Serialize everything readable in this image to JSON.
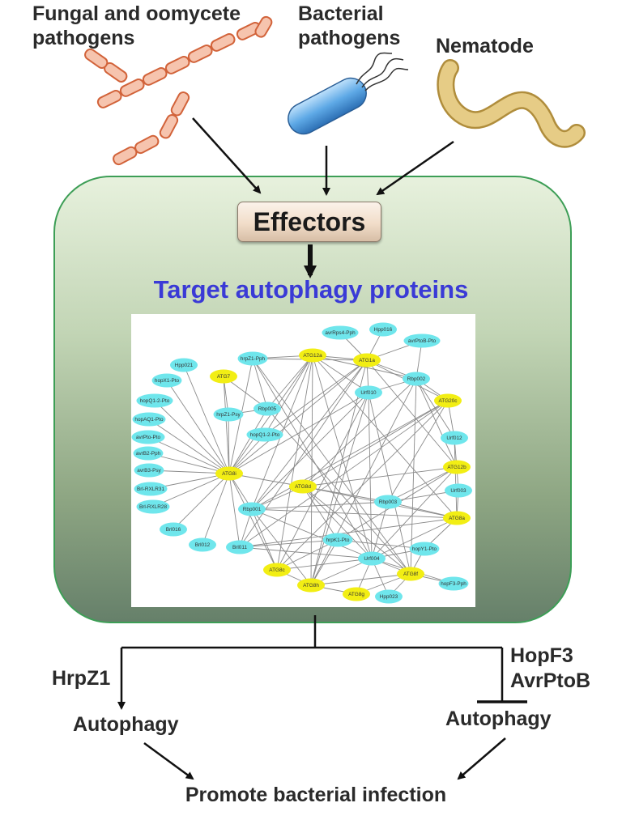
{
  "pathogens": {
    "fungal": "Fungal and oomycete\npathogens",
    "bacterial": "Bacterial\npathogens",
    "nematode": "Nematode"
  },
  "cell": {
    "effectors": "Effectors",
    "target_title": "Target autophagy proteins"
  },
  "network": {
    "nodes": [
      {
        "id": "avrRps4-Pph",
        "type": "effector"
      },
      {
        "id": "Hpp016",
        "type": "effector"
      },
      {
        "id": "avrPtoB-Pto",
        "type": "effector"
      },
      {
        "id": "Hpp021",
        "type": "effector"
      },
      {
        "id": "hrpZ1-Pph",
        "type": "effector"
      },
      {
        "id": "ATG12a",
        "type": "atg"
      },
      {
        "id": "ATG1a",
        "type": "atg"
      },
      {
        "id": "hopX1-Pto",
        "type": "effector"
      },
      {
        "id": "ATG7",
        "type": "atg"
      },
      {
        "id": "Rbp002",
        "type": "effector"
      },
      {
        "id": "Rbp005",
        "type": "effector"
      },
      {
        "id": "Urf010",
        "type": "effector"
      },
      {
        "id": "ATG20c",
        "type": "atg"
      },
      {
        "id": "hopQ1-2-Pto",
        "type": "effector"
      },
      {
        "id": "hrpZ1-Psy",
        "type": "effector"
      },
      {
        "id": "hopAQ1-Pto",
        "type": "effector"
      },
      {
        "id": "hopQ1-2-Pto ",
        "type": "effector"
      },
      {
        "id": "Urf012",
        "type": "effector"
      },
      {
        "id": "avrPto-Pto",
        "type": "effector"
      },
      {
        "id": "avrB2-Pph",
        "type": "effector"
      },
      {
        "id": "ATG8i",
        "type": "atg"
      },
      {
        "id": "ATG12b",
        "type": "atg"
      },
      {
        "id": "avrB3-Psy",
        "type": "effector"
      },
      {
        "id": "ATG8d",
        "type": "atg"
      },
      {
        "id": "Urf003",
        "type": "effector"
      },
      {
        "id": "Brl-RXLR31",
        "type": "effector"
      },
      {
        "id": "Brl-RXLR28",
        "type": "effector"
      },
      {
        "id": "Rbp003",
        "type": "effector"
      },
      {
        "id": "Rbp001",
        "type": "effector"
      },
      {
        "id": "ATG8a",
        "type": "atg"
      },
      {
        "id": "Brl016",
        "type": "effector"
      },
      {
        "id": "hrpK1-Pto",
        "type": "effector"
      },
      {
        "id": "Brl012",
        "type": "effector"
      },
      {
        "id": "Brl011",
        "type": "effector"
      },
      {
        "id": "hopY1-Pto",
        "type": "effector"
      },
      {
        "id": "Urf004",
        "type": "effector"
      },
      {
        "id": "ATG8c",
        "type": "atg"
      },
      {
        "id": "ATG8f",
        "type": "atg"
      },
      {
        "id": "hopF3-Pph",
        "type": "effector"
      },
      {
        "id": "ATG8h",
        "type": "atg"
      },
      {
        "id": "ATG8g",
        "type": "atg"
      },
      {
        "id": "Hpp023",
        "type": "effector"
      }
    ],
    "edges": [
      [
        "ATG8i",
        "Hpp021"
      ],
      [
        "ATG8i",
        "hopX1-Pto"
      ],
      [
        "ATG8i",
        "hopQ1-2-Pto"
      ],
      [
        "ATG8i",
        "hopAQ1-Pto"
      ],
      [
        "ATG8i",
        "avrPto-Pto"
      ],
      [
        "ATG8i",
        "avrB2-Pph"
      ],
      [
        "ATG8i",
        "avrB3-Psy"
      ],
      [
        "ATG8i",
        "Brl-RXLR31"
      ],
      [
        "ATG8i",
        "Brl-RXLR28"
      ],
      [
        "ATG8i",
        "Brl016"
      ],
      [
        "ATG8i",
        "Brl012"
      ],
      [
        "ATG8i",
        "Brl011"
      ],
      [
        "ATG8i",
        "ATG7"
      ],
      [
        "ATG8i",
        "hrpZ1-Psy"
      ],
      [
        "ATG8i",
        "hopQ1-2-Pto "
      ],
      [
        "ATG8i",
        "Rbp005"
      ],
      [
        "ATG8i",
        "Rbp001"
      ],
      [
        "ATG8i",
        "ATG12a"
      ],
      [
        "ATG8i",
        "hrpZ1-Pph"
      ],
      [
        "ATG8i",
        "ATG1a"
      ],
      [
        "ATG8i",
        "ATG8d"
      ],
      [
        "ATG8i",
        "ATG8c"
      ],
      [
        "ATG8i",
        "Urf010"
      ],
      [
        "ATG7",
        "hrpZ1-Psy"
      ],
      [
        "ATG7",
        "Rbp005"
      ],
      [
        "hrpZ1-Pph",
        "ATG12a"
      ],
      [
        "hrpZ1-Pph",
        "ATG1a"
      ],
      [
        "hrpZ1-Pph",
        "ATG8f"
      ],
      [
        "hrpZ1-Pph",
        "Urf004"
      ],
      [
        "hrpZ1-Pph",
        "Rbp005"
      ],
      [
        "ATG12a",
        "ATG1a"
      ],
      [
        "ATG12a",
        "Rbp001"
      ],
      [
        "ATG12a",
        "Urf004"
      ],
      [
        "ATG12a",
        "Rbp002"
      ],
      [
        "ATG12a",
        "ATG8c"
      ],
      [
        "ATG12a",
        "ATG8a"
      ],
      [
        "ATG12a",
        "Urf010"
      ],
      [
        "ATG1a",
        "avrRps4-Pph"
      ],
      [
        "ATG1a",
        "Hpp016"
      ],
      [
        "ATG1a",
        "avrPtoB-Pto"
      ],
      [
        "ATG1a",
        "Rbp002"
      ],
      [
        "ATG1a",
        "Urf010"
      ],
      [
        "ATG1a",
        "ATG20c"
      ],
      [
        "ATG1a",
        "Rbp001"
      ],
      [
        "ATG1a",
        "ATG8h"
      ],
      [
        "ATG1a",
        "ATG12b"
      ],
      [
        "ATG1a",
        "Brl011"
      ],
      [
        "ATG20c",
        "Rbp002"
      ],
      [
        "ATG20c",
        "Urf012"
      ],
      [
        "ATG20c",
        "Rbp003"
      ],
      [
        "ATG20c",
        "ATG8c"
      ],
      [
        "ATG20c",
        "Brl011"
      ],
      [
        "ATG20c",
        "Rbp001"
      ],
      [
        "ATG12b",
        "Urf003"
      ],
      [
        "ATG12b",
        "Rbp003"
      ],
      [
        "ATG12b",
        "ATG8d"
      ],
      [
        "ATG12b",
        "hrpK1-Pto"
      ],
      [
        "ATG12b",
        "Urf004"
      ],
      [
        "ATG12b",
        "Rbp002"
      ],
      [
        "ATG8a",
        "Urf003"
      ],
      [
        "ATG8a",
        "Rbp003"
      ],
      [
        "ATG8a",
        "ATG8d"
      ],
      [
        "ATG8a",
        "hopY1-Pto"
      ],
      [
        "ATG8a",
        "Urf004"
      ],
      [
        "ATG8a",
        "Rbp001"
      ],
      [
        "ATG8a",
        "Urf012"
      ],
      [
        "ATG8d",
        "Rbp003"
      ],
      [
        "ATG8d",
        "Urf004"
      ],
      [
        "ATG8d",
        "Rbp001"
      ],
      [
        "ATG8d",
        "hrpK1-Pto"
      ],
      [
        "ATG8d",
        "ATG8f"
      ],
      [
        "ATG8d",
        "ATG20c"
      ],
      [
        "ATG8d",
        "Rbp002"
      ],
      [
        "ATG8f",
        "hopF3-Pph"
      ],
      [
        "ATG8f",
        "Hpp023"
      ],
      [
        "ATG8f",
        "Urf004"
      ],
      [
        "ATG8f",
        "hopY1-Pto"
      ],
      [
        "ATG8f",
        "ATG8g"
      ],
      [
        "ATG8f",
        "ATG8h"
      ],
      [
        "ATG8f",
        "Rbp002"
      ],
      [
        "ATG8f",
        "Urf010"
      ],
      [
        "ATG8h",
        "Urf004"
      ],
      [
        "ATG8h",
        "Rbp001"
      ],
      [
        "ATG8h",
        "ATG8c"
      ],
      [
        "ATG8h",
        "Urf010"
      ],
      [
        "ATG8h",
        "hrpK1-Pto"
      ],
      [
        "ATG8h",
        "ATG12a"
      ],
      [
        "ATG8c",
        "Rbp001"
      ],
      [
        "ATG8c",
        "Urf004"
      ],
      [
        "ATG8c",
        "hrpK1-Pto"
      ],
      [
        "Rbp001",
        "Brl011"
      ],
      [
        "Rbp001",
        "Urf004"
      ],
      [
        "Rbp001",
        "Rbp003"
      ],
      [
        "Rbp001",
        "Urf010"
      ],
      [
        "Brl011",
        "Urf004"
      ],
      [
        "Brl011",
        "hrpK1-Pto"
      ],
      [
        "Brl011",
        "ATG8a"
      ],
      [
        "Urf004",
        "hopY1-Pto"
      ],
      [
        "Urf004",
        "Rbp003"
      ],
      [
        "Urf004",
        "ATG8g"
      ],
      [
        "Urf004",
        "Urf010"
      ],
      [
        "Urf010",
        "Rbp002"
      ],
      [
        "Urf010",
        "ATG8c"
      ],
      [
        "hrpZ1-Psy",
        "Rbp005"
      ],
      [
        "Rbp005",
        "ATG12a"
      ],
      [
        "Rbp005",
        "ATG8f"
      ],
      [
        "hopQ1-2-Pto ",
        "ATG12a"
      ],
      [
        "hopQ1-2-Pto ",
        "ATG1a"
      ],
      [
        "Rbp002",
        "avrPtoB-Pto"
      ],
      [
        "Rbp002",
        "Urf012"
      ],
      [
        "Rbp002",
        "ATG8h"
      ],
      [
        "Urf012",
        "ATG12b"
      ],
      [
        "Urf003",
        "Rbp003"
      ],
      [
        "hopY1-Pto",
        "hrpK1-Pto"
      ],
      [
        "hopF3-Pph",
        "Urf004"
      ],
      [
        "ATG8g",
        "ATG8h"
      ],
      [
        "Hpp023",
        "Urf004"
      ]
    ]
  },
  "outcomes": {
    "hrpz1": "HrpZ1",
    "hopf3": "HopF3",
    "avrptob": "AvrPtoB",
    "autophagy_left": "Autophagy",
    "autophagy_right": "Autophagy",
    "final": "Promote bacterial infection"
  },
  "colors": {
    "atg_node": "#f2ee14",
    "effector_node": "#6fe6ec",
    "edge": "#8a8a8a",
    "title_blue": "#3a3ad6"
  }
}
